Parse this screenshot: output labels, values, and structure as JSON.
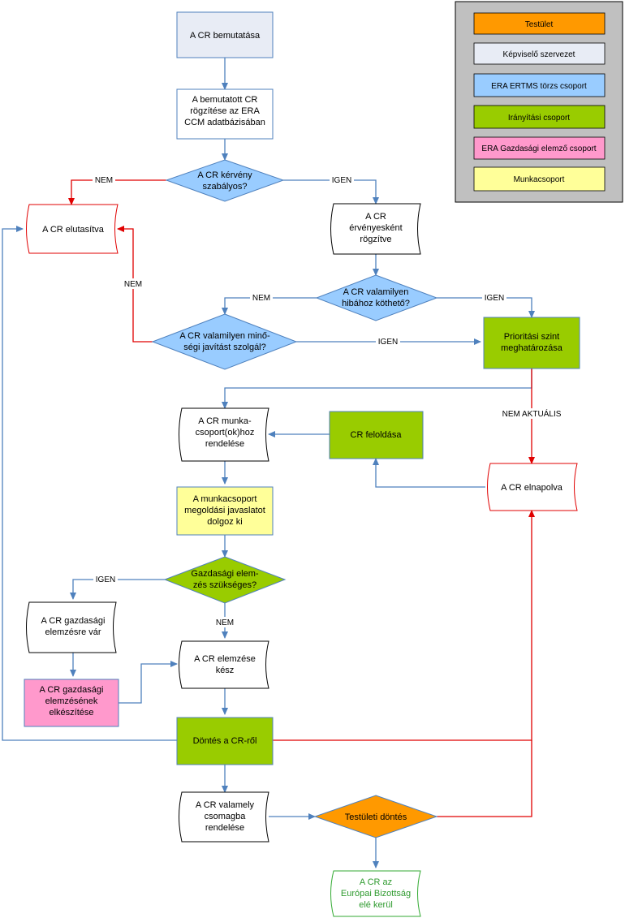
{
  "colors": {
    "testulet": "#ff9900",
    "kepviselo": "#e8ecf5",
    "torzs": "#99ccff",
    "iranyitasi": "#99cc00",
    "gazdasagi": "#ff99cc",
    "munkacsoport": "#ffff99",
    "flow_blue": "#4f81bd",
    "flow_red": "#e00000",
    "legend_bg": "#c0c0c0",
    "final_green": "#33aa33"
  },
  "legend": [
    {
      "label": "Testület",
      "color": "#ff9900"
    },
    {
      "label": "Képviselő szervezet",
      "color": "#e8ecf5"
    },
    {
      "label": "ERA ERTMS törzs csoport",
      "color": "#99ccff"
    },
    {
      "label": "Irányítási csoport",
      "color": "#99cc00"
    },
    {
      "label": "ERA Gazdasági elemző csoport",
      "color": "#ff99cc"
    },
    {
      "label": "Munkacsoport",
      "color": "#ffff99"
    }
  ],
  "nodes": {
    "bemutatas": [
      "A CR bemutatása"
    ],
    "rogzites": [
      "A bemutatott CR",
      "rögzítése az ERA",
      "CCM adatbázisában"
    ],
    "szabalyos": [
      "A CR kérvény",
      "szabályos?"
    ],
    "elutasitva": [
      "A CR elutasítva"
    ],
    "ervenyes": [
      "A CR",
      "érvényesként",
      "rögzítve"
    ],
    "hibahoz": [
      "A CR valamilyen",
      "hibához köthető?"
    ],
    "minosegi": [
      "A CR valamilyen minő-",
      "ségi javítást szolgál?"
    ],
    "prioritas": [
      "Prioritási szint",
      "meghatározása"
    ],
    "munkacsoporthoz": [
      "A CR munka-",
      "csoport(ok)hoz",
      "rendelése"
    ],
    "feloldas": [
      "CR feloldása"
    ],
    "elnapolva": [
      "A CR elnapolva"
    ],
    "javaslat": [
      "A munkacsoport",
      "megoldási javaslatot",
      "dolgoz ki"
    ],
    "gazd_szukseges": [
      "Gazdasági elem-",
      "zés szükséges?"
    ],
    "gazd_var": [
      "A CR gazdasági",
      "elemzésre vár"
    ],
    "gazd_keszites": [
      "A CR gazdasági",
      "elemzésének",
      "elkészítése"
    ],
    "elemzes_kesz": [
      "A CR elemzése",
      "kész"
    ],
    "dontes": [
      "Döntés a CR-ről"
    ],
    "csomag": [
      "A CR valamely",
      "csomagba",
      "rendelése"
    ],
    "testuleti_dontes": [
      "Testületi döntés"
    ],
    "bizottsag": [
      "A CR az",
      "Európai Bizottság",
      "elé kerül"
    ]
  },
  "edge_labels": {
    "nem1": "NEM",
    "igen1": "IGEN",
    "nem2": "NEM",
    "igen2": "IGEN",
    "nem3": "NEM",
    "igen3": "IGEN",
    "nem_aktualis": "NEM AKTUÁLIS",
    "igen4": "IGEN",
    "nem4": "NEM"
  }
}
